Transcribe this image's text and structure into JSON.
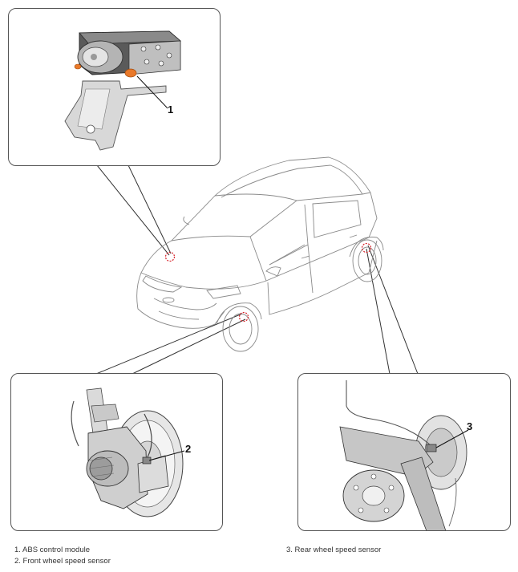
{
  "callouts": {
    "abs": "1",
    "front": "2",
    "rear": "3"
  },
  "legend": {
    "item1": "1. ABS control module",
    "item2": "2. Front wheel speed sensor",
    "item3": "3. Rear wheel speed sensor"
  },
  "colors": {
    "marker": "#d8232a",
    "sensor_orange": "#e9792a",
    "line": "#444444"
  }
}
